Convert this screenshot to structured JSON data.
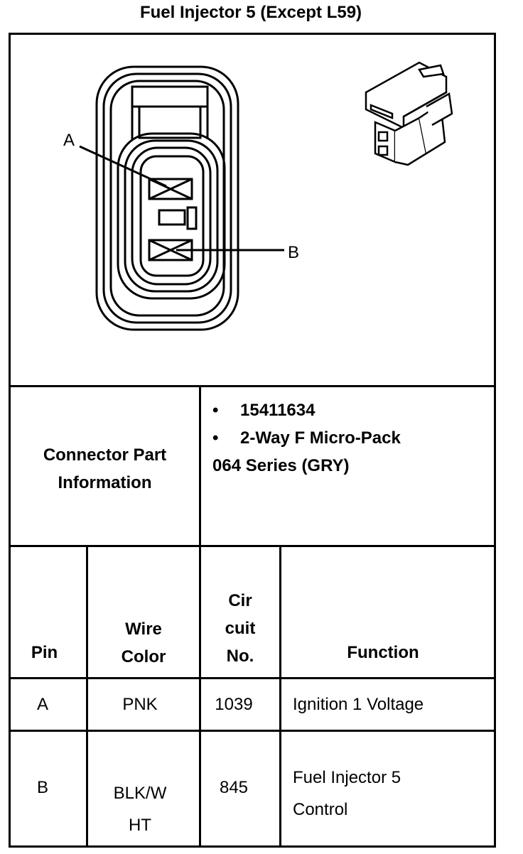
{
  "title": "Fuel Injector 5 (Except L59)",
  "diagram": {
    "pin_a_label": "A",
    "pin_b_label": "B"
  },
  "connector_info": {
    "label_line1": "Connector Part",
    "label_line2": "Information",
    "bullet": "•",
    "part_number": "15411634",
    "description_line1": "2-Way F Micro-Pack",
    "description_line2": "064 Series (GRY)"
  },
  "table": {
    "headers": {
      "pin": "Pin",
      "wire_line1": "Wire",
      "wire_line2": "Color",
      "circuit_line1": "Cir",
      "circuit_line2": "cuit",
      "circuit_line3": "No.",
      "function": "Function"
    },
    "rows": [
      {
        "pin": "A",
        "wire_line1": "PNK",
        "wire_line2": "",
        "circuit": "1039",
        "function_line1": "Ignition 1 Voltage",
        "function_line2": ""
      },
      {
        "pin": "B",
        "wire_line1": "BLK/W",
        "wire_line2": "HT",
        "circuit": "845",
        "function_line1": "Fuel Injector 5",
        "function_line2": "Control"
      }
    ]
  }
}
